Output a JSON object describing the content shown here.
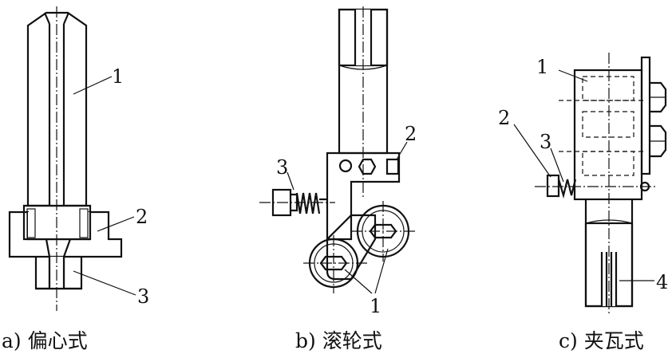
{
  "diagrams": [
    {
      "id": "a",
      "caption": "a) 偏心式",
      "callouts": [
        "1",
        "2",
        "3"
      ]
    },
    {
      "id": "b",
      "caption": "b) 滚轮式",
      "callouts": [
        "2",
        "3",
        "1"
      ]
    },
    {
      "id": "c",
      "caption": "c) 夹瓦式",
      "callouts": [
        "1",
        "2",
        "3",
        "4"
      ]
    }
  ],
  "colors": {
    "ink": "#111111",
    "background": "#ffffff"
  }
}
